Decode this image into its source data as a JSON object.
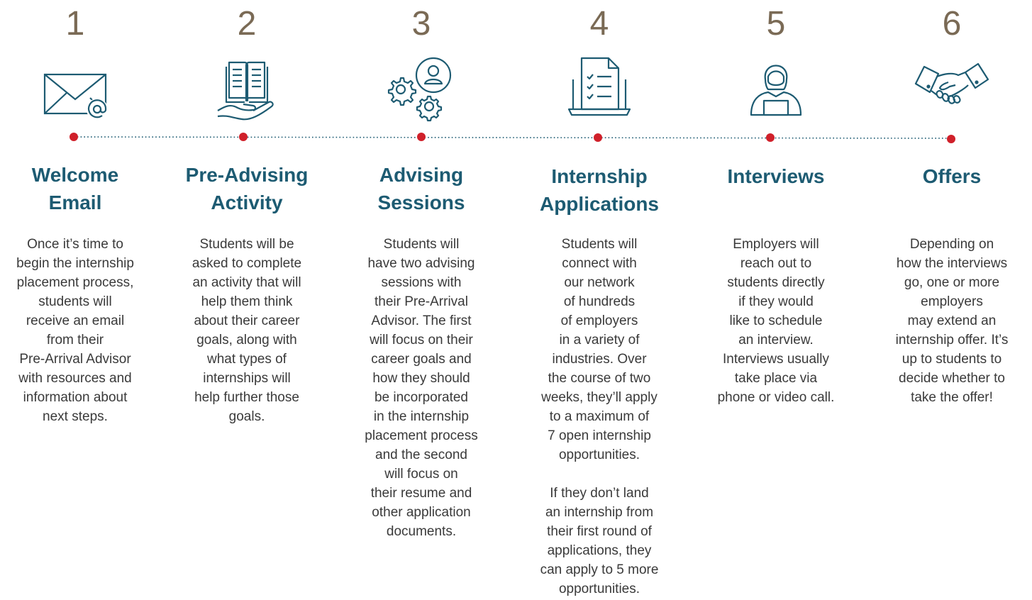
{
  "colors": {
    "number": "#7a6a55",
    "title": "#1d5b72",
    "icon": "#1d5b72",
    "dot": "#d0202a",
    "line": "#1d5b72",
    "body": "#3a3a3a"
  },
  "steps": [
    {
      "number": "1",
      "icon": "envelope-at-icon",
      "title_lines": [
        "Welcome",
        "Email"
      ],
      "desc_lines": [
        "Once it’s time to",
        "begin the internship",
        "placement process,",
        "students will",
        "receive an email",
        "from their",
        "Pre-Arrival Advisor",
        "with resources and",
        "information about",
        "next steps."
      ]
    },
    {
      "number": "2",
      "icon": "open-book-hand-icon",
      "title_lines": [
        "Pre-Advising",
        "Activity"
      ],
      "desc_lines": [
        "Students will be",
        "asked to complete",
        "an activity that will",
        "help them think",
        "about their career",
        "goals, along with",
        "what types of",
        "internships will",
        "help further those",
        "goals."
      ]
    },
    {
      "number": "3",
      "icon": "gears-person-icon",
      "title_lines": [
        "Advising",
        "Sessions"
      ],
      "desc_lines": [
        "Students will",
        "have two advising",
        "sessions with",
        "their Pre-Arrival",
        "Advisor. The first",
        "will focus on their",
        "career goals and",
        "how they should",
        "be incorporated",
        "in the internship",
        "placement process",
        "and the second",
        "will focus on",
        "their resume and",
        "other application",
        "documents."
      ]
    },
    {
      "number": "4",
      "icon": "checklist-laptop-icon",
      "title_lines": [
        "Internship",
        "Applications"
      ],
      "desc_lines": [
        "Students will",
        "connect with",
        "our network",
        "of hundreds",
        "of employers",
        "in a variety of",
        "industries. Over",
        "the course of two",
        "weeks, they’ll apply",
        "to a maximum of",
        "7 open internship",
        "opportunities."
      ],
      "desc2_lines": [
        "If they don’t land",
        "an internship from",
        "their first round of",
        "applications, they",
        "can apply to 5 more",
        "opportunities."
      ]
    },
    {
      "number": "5",
      "icon": "person-laptop-icon",
      "title_lines": [
        "Interviews"
      ],
      "desc_lines": [
        "Employers will",
        "reach out to",
        "students directly",
        "if they would",
        "like to schedule",
        "an interview.",
        "Interviews usually",
        "take place via",
        "phone or video call."
      ]
    },
    {
      "number": "6",
      "icon": "handshake-icon",
      "title_lines": [
        "Offers"
      ],
      "desc_lines": [
        "Depending on",
        "how the interviews",
        "go, one or more",
        "employers",
        "may extend an",
        "internship offer. It’s",
        "up to students to",
        "decide whether to",
        "take the offer!"
      ]
    }
  ]
}
